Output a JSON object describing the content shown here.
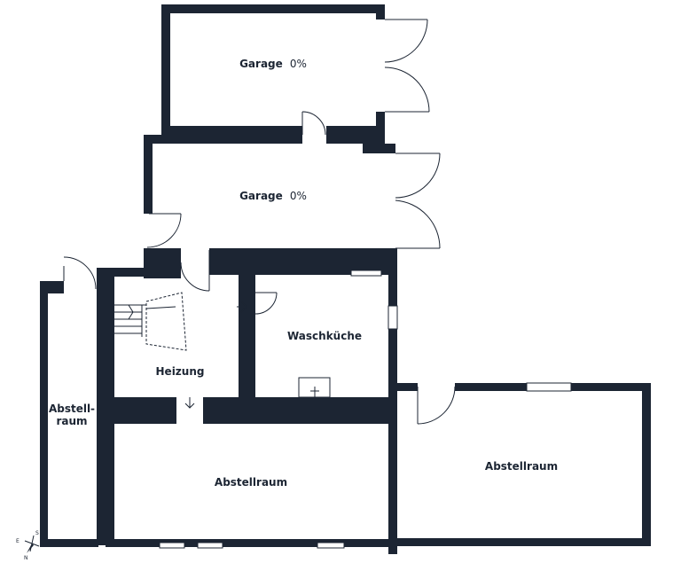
{
  "rooms": {
    "garage_top": {
      "name": "Garage",
      "value": "0%"
    },
    "garage_middle": {
      "name": "Garage",
      "value": "0%"
    },
    "waschkueche": {
      "name": "Waschküche"
    },
    "heizung": {
      "name": "Heizung"
    },
    "abstellraum_left": {
      "line1": "Abstell-",
      "line2": "raum"
    },
    "abstellraum_center": {
      "name": "Abstellraum"
    },
    "abstellraum_right": {
      "name": "Abstellraum"
    }
  },
  "compass": {
    "north": "N",
    "east": "E",
    "south": "S"
  },
  "colors": {
    "wall": "#1c2533",
    "background": "#ffffff"
  }
}
